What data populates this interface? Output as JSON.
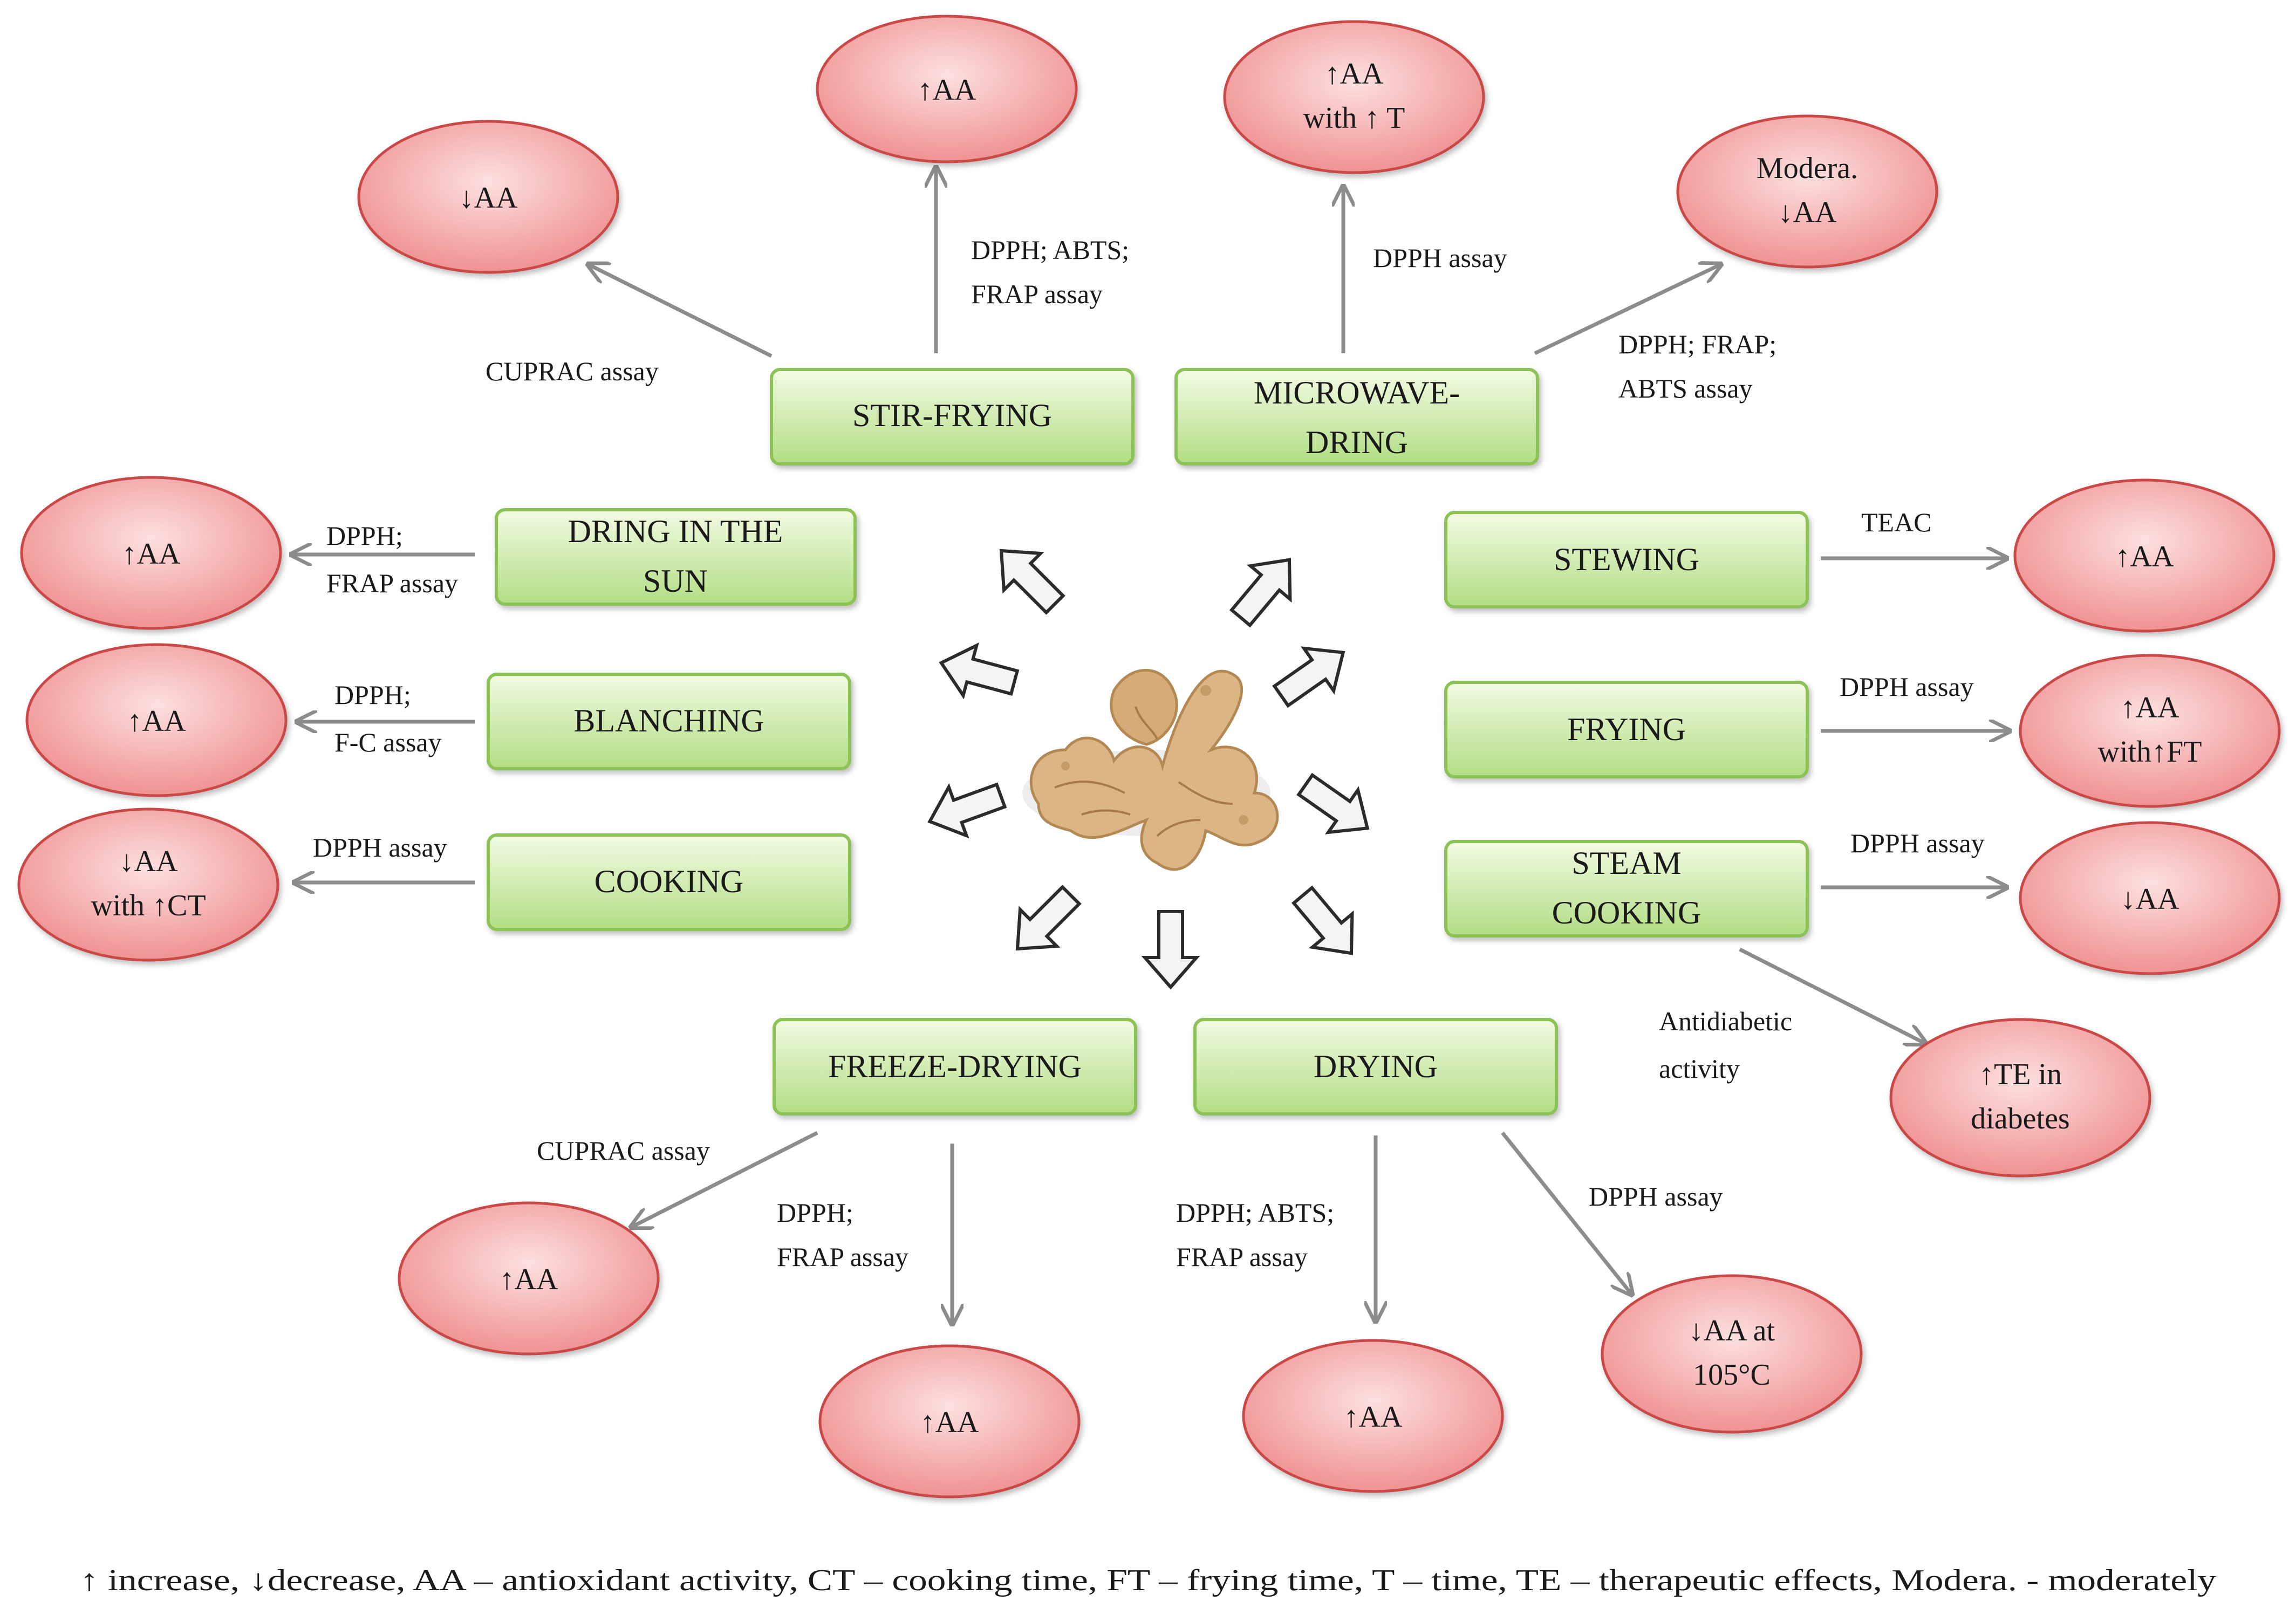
{
  "colors": {
    "box_fill_top": "#f2fbe3",
    "box_fill_bottom": "#b2dd84",
    "box_stroke": "#8cc257",
    "oval_fill_center": "#fde0e0",
    "oval_fill_edge": "#ef8f8f",
    "oval_stroke": "#c94848",
    "arrow": "#8c8c8c"
  },
  "center_icon": "ginger-root-icon",
  "processes": {
    "stir_frying": [
      "STIR-FRYING"
    ],
    "microwave_dring": [
      "MICROWAVE-",
      "DRING"
    ],
    "dring_in_the_sun": [
      "DRING IN THE",
      "SUN"
    ],
    "blanching": [
      "BLANCHING"
    ],
    "cooking": [
      "COOKING"
    ],
    "stewing": [
      "STEWING"
    ],
    "frying": [
      "FRYING"
    ],
    "steam_cooking": [
      "STEAM",
      "COOKING"
    ],
    "freeze_drying": [
      "FREEZE-DRYING"
    ],
    "drying": [
      "DRYING"
    ]
  },
  "outcomes": {
    "stir_frying_cuprac": [
      "↓AA"
    ],
    "stir_frying_dpph": [
      "↑AA"
    ],
    "microwave_dpph": [
      "↑AA",
      "with ↑ T"
    ],
    "microwave_frap": [
      "Modera.",
      "↓AA"
    ],
    "sun": [
      "↑AA"
    ],
    "blanching": [
      "↑AA"
    ],
    "cooking": [
      "↓AA",
      "with ↑CT"
    ],
    "stewing": [
      "↑AA"
    ],
    "frying": [
      "↑AA",
      "with↑FT"
    ],
    "steam_cooking": [
      "↓AA"
    ],
    "steam_antidiabetic": [
      "↑TE in",
      "diabetes"
    ],
    "freeze_cuprac": [
      "↑AA"
    ],
    "freeze_dpph": [
      "↑AA"
    ],
    "drying_dpph_abts": [
      "↑AA"
    ],
    "drying_dpph": [
      "↓AA at",
      "105°C"
    ]
  },
  "assays": {
    "stir_frying_cuprac": [
      "CUPRAC assay"
    ],
    "stir_frying_dpph": [
      "DPPH; ABTS;",
      "FRAP assay"
    ],
    "microwave_dpph": [
      "DPPH assay"
    ],
    "microwave_frap": [
      "DPPH; FRAP;",
      "ABTS  assay"
    ],
    "sun": [
      "DPPH;",
      "FRAP assay"
    ],
    "blanching": [
      "DPPH;",
      "F-C assay"
    ],
    "cooking": [
      "DPPH assay"
    ],
    "stewing": [
      "TEAC"
    ],
    "frying": [
      "DPPH assay"
    ],
    "steam_cooking": [
      "DPPH assay"
    ],
    "steam_antidiabetic": [
      "Antidiabetic",
      "activity"
    ],
    "freeze_cuprac": [
      "CUPRAC assay"
    ],
    "freeze_dpph": [
      "DPPH;",
      "FRAP assay"
    ],
    "drying_dpph_abts": [
      "DPPH; ABTS;",
      "FRAP assay"
    ],
    "drying_dpph": [
      "DPPH assay"
    ]
  },
  "legend": "↑ increase, ↓decrease, AA – antioxidant activity, CT – cooking time, FT – frying time, T – time, TE – therapeutic effects, Modera. - moderately"
}
